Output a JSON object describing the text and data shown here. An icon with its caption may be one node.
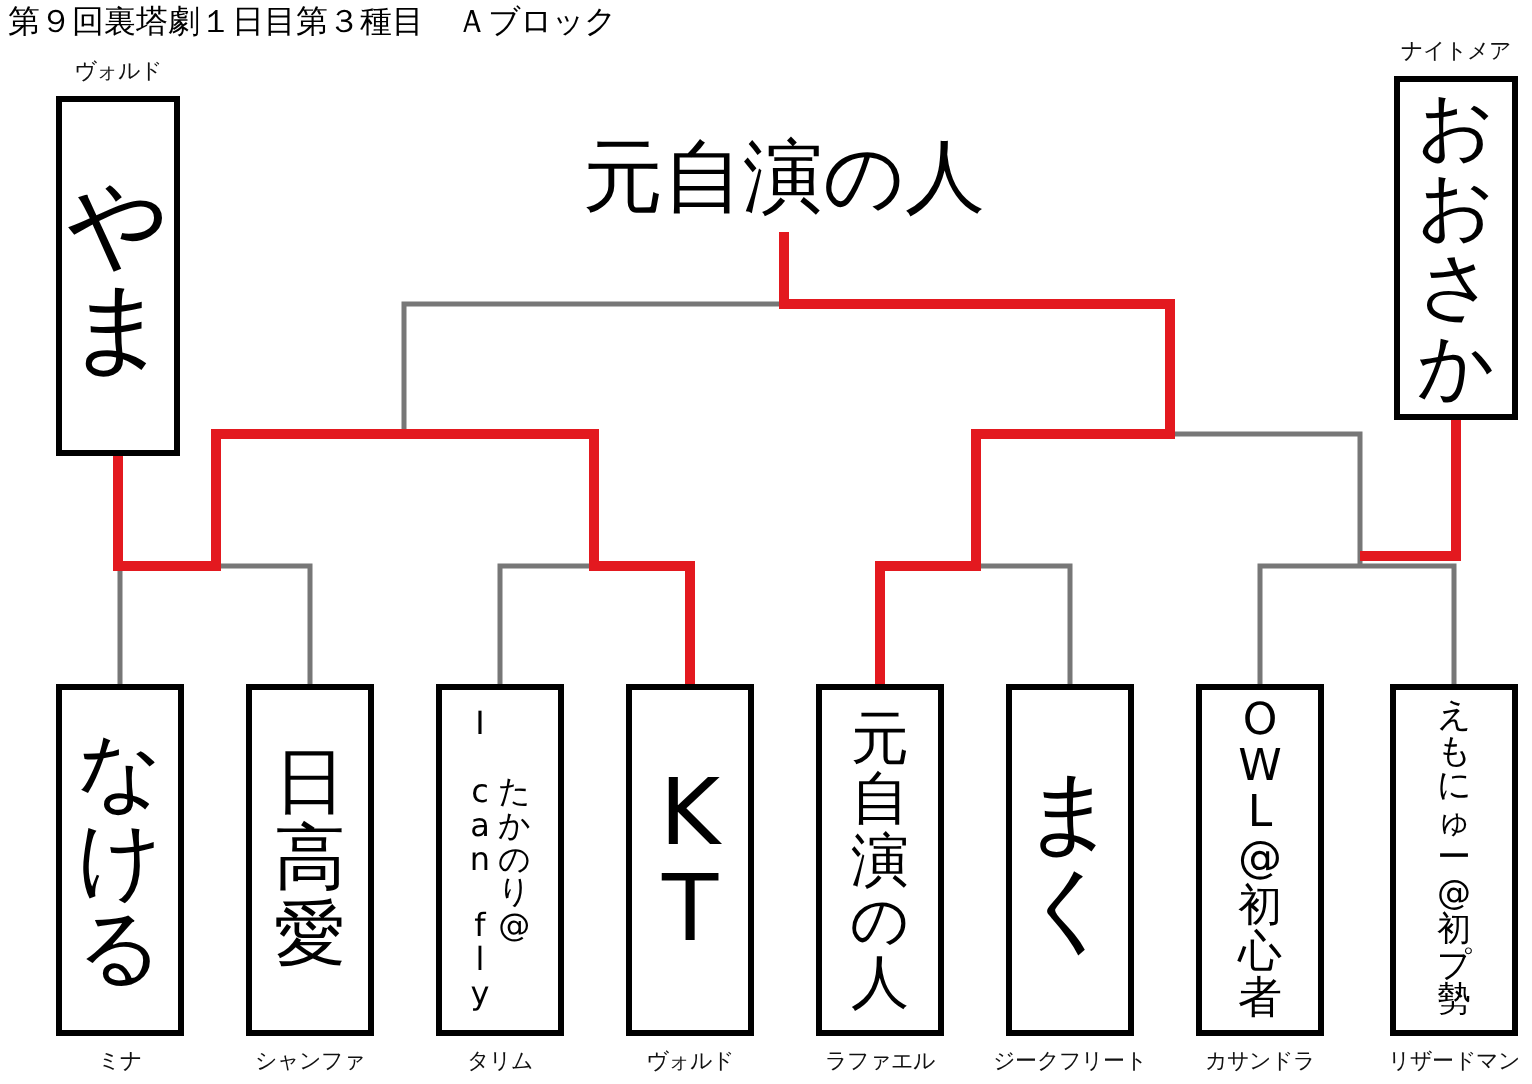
{
  "diagram": {
    "title": "第９回裏塔劇１日目第３種目　Ａブロック",
    "nodes": [
      {
        "text": [
          "やま"
        ],
        "beside": [
          "ヴォルド"
        ]
      },
      {
        "text": [
          "元自演の人"
        ]
      },
      {
        "text": [
          "おおさか"
        ],
        "beside": [
          "ナイトメア"
        ]
      },
      {
        "text": [
          "なける"
        ],
        "beside": [
          "ミナ"
        ]
      },
      {
        "text": [
          "日高愛"
        ],
        "beside": [
          "シャンファ"
        ]
      },
      {
        "text": [
          "I can fly",
          "たかのり@"
        ],
        "beside": [
          "タリム"
        ]
      },
      {
        "text": [
          "KT"
        ],
        "beside": [
          "ヴォルド"
        ]
      },
      {
        "text": [
          "元自演の人"
        ],
        "beside": [
          "ラファエル"
        ]
      },
      {
        "text": [
          "まく"
        ],
        "beside": [
          "ジークフリート"
        ]
      },
      {
        "text": [
          "OWL@初心者"
        ],
        "beside": [
          "カサンドラ"
        ]
      },
      {
        "text": [
          "えもにゅー@初プ勢"
        ],
        "beside": [
          "リザードマン"
        ]
      }
    ],
    "edges": [
      {
        "from": 3,
        "to": 4,
        "arrow": "none"
      },
      {
        "from": 5,
        "to": 6,
        "arrow": "none"
      },
      {
        "from": 7,
        "to": 8,
        "arrow": "none"
      },
      {
        "from": 9,
        "to": 10,
        "arrow": "none"
      },
      {
        "from": 0,
        "to": 6,
        "arrow": "none",
        "style": "thick",
        "color": "#e3191f"
      },
      {
        "from": 2,
        "to": null,
        "arrow": "none",
        "style": "thick",
        "color": "#e3191f"
      },
      {
        "from": 7,
        "to": 1,
        "arrow": "none",
        "style": "thick",
        "color": "#e3191f"
      }
    ]
  }
}
